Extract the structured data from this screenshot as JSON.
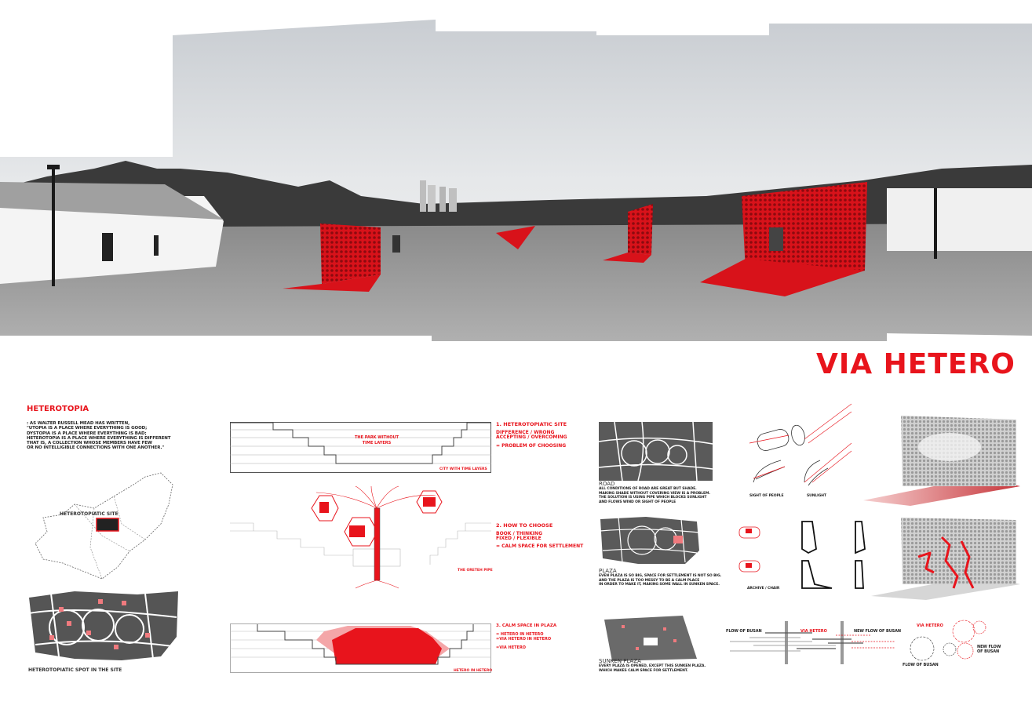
{
  "title": "VIA HETERO",
  "colors": {
    "accent": "#e8141c",
    "dark": "#555555",
    "light": "#dcdcdc"
  },
  "heterotopia": {
    "heading": "HETEROTOPIA",
    "quote": [
      ": AS WALTER RUSSELL MEAD HAS WRITTEN,",
      "\"UTOPIA IS A PLACE WHERE EVERYTHING IS GOOD;",
      "DYSTOPIA IS A PLACE WHERE EVERYTHING IS BAD;",
      "HETEROTOPIA IS A PLACE WHERE EVERYTHING IS DIFFERENT",
      "THAT IS, A COLLECTION WHOSE MEMBERS HAVE FEW",
      "OR NO INTELLIGIBLE CONNECTIONS WITH ONE ANOTHER.\""
    ],
    "site_label": "HETEROTOPIATIC SITE",
    "spot_label": "HETEROTOPIATIC SPOT IN THE SITE"
  },
  "sections": [
    {
      "diagram_inner": "THE PARK WITHOUT\nTIME LAYERS",
      "diagram_label": "CITY WITH TIME LAYERS",
      "heading": "1.  HETEROTOPIATIC SITE",
      "lines": [
        "DIFFERENCE  /  WRONG",
        "ACCEPTING / OVERCOMING"
      ],
      "result": "= PROBLEM OF CHOOSING"
    },
    {
      "diagram_label": "THE ORETEH PIPE",
      "heading": "2.  HOW TO CHOOSE",
      "lines": [
        "BOOK  /  THINKING",
        "FIXED / FLEXIBLE"
      ],
      "result": "= CALM SPACE FOR SETTLEMENT"
    },
    {
      "diagram_label": "HETERO IN HETERO",
      "heading": "3.  CALM SPACE IN PLAZA",
      "lines": [
        "= HETERO IN HETERO",
        "=VIA HETERO IN HETERO"
      ],
      "result": "=VIA HETERO"
    }
  ],
  "analysis": [
    {
      "heading": "ROAD",
      "text": [
        "ALL CONDITIONS OF ROAD ARE GREAT BUT SHADE.",
        "MAKING SHADE WITHOUT COVERING VIEW IS A PROBLEM.",
        "THE SOLUTION IS USING PIPE WHICH BLOCKS SUNLIGHT",
        "AND FLOWS WIND OR SIGHT OF PEOPLE"
      ]
    },
    {
      "heading": "PLAZA",
      "text": [
        "EVEN PLAZA IS SO BIG, SPACE FOR SETTLEMENT IS NOT SO BIG.",
        "AND THE PLAZA IS TOO MESSY TO BE A CALM PLACE",
        "IN ORDER TO MAKE IT, MAKING SOME WALL IN SUNKEN SPACE."
      ]
    },
    {
      "heading": "SUNKEN PLAZA",
      "text": [
        "EVERY PLAZA IS OPENED, EXCEPT  THIS SUNKEN PLAZA.",
        "WHICH MAKES CALM SPACE FOR SETTLEMENT."
      ]
    }
  ],
  "pipe": {
    "sight": "SIGHT OF PEOPLE",
    "sunlight": "SUNLIGHT",
    "archive": "ARCHIVE / CHAIR"
  },
  "flow": {
    "flow_busan": "FLOW OF BUSAN",
    "via_hetero": "VIA HETERO",
    "new_flow": "NEW FLOW OF BUSAN",
    "gear_via": "VIA HETERO",
    "gear_new": "NEW FLOW\nOF BUSAN",
    "gear_flow": "FLOW OF BUSAN"
  }
}
